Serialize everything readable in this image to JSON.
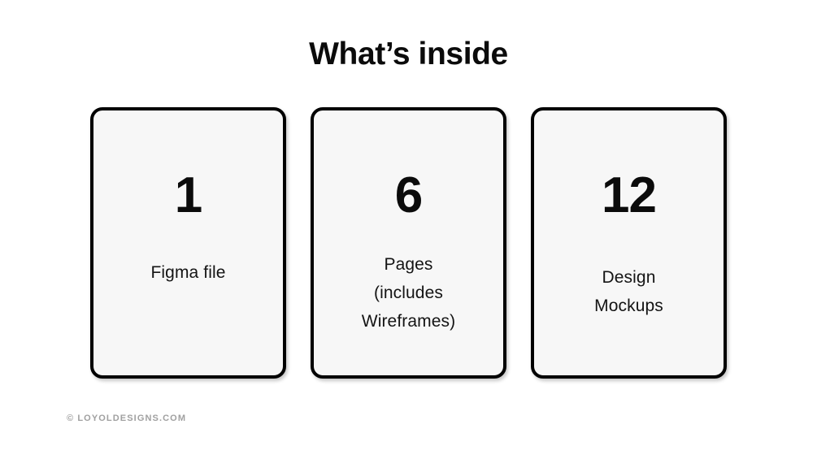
{
  "slide": {
    "title": "What’s inside",
    "background_color": "#ffffff",
    "text_color": "#0b0b0b"
  },
  "cards": {
    "border_color": "#000000",
    "fill_color": "#f7f7f7",
    "items": [
      {
        "number": "1",
        "label": "Figma file"
      },
      {
        "number": "6",
        "label": "Pages\n(includes\nWireframes)"
      },
      {
        "number": "12",
        "label": "Design\nMockups"
      }
    ]
  },
  "footer": {
    "credit": "© LOYOLDESIGNS.COM",
    "color": "#a0a0a0"
  }
}
